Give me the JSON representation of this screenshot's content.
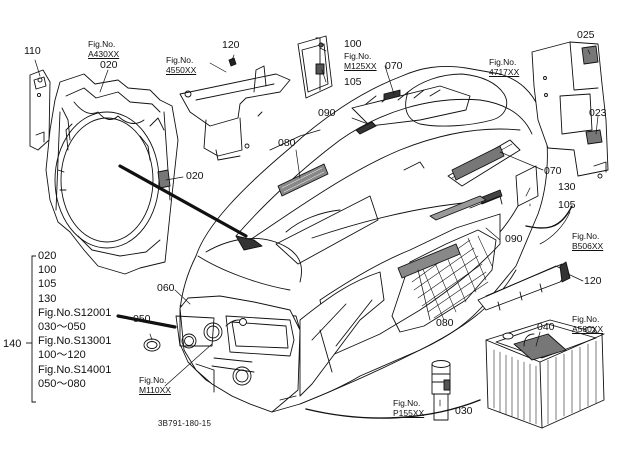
{
  "labels": {
    "p110": "110",
    "p020a": "020",
    "p120a": "120",
    "p100": "100",
    "p070a": "070",
    "p105a": "105",
    "p025": "025",
    "p090a": "090",
    "p080a": "080",
    "p020b": "020",
    "p023": "023",
    "p070b": "070",
    "p130": "130",
    "p105b": "105",
    "p090b": "090",
    "p120b": "120",
    "p060": "060",
    "p050": "050",
    "p040": "040",
    "p080b": "080",
    "p030": "030"
  },
  "figrefs": {
    "f430": {
      "prefix": "Fig.No.",
      "code": "A430XX"
    },
    "f4550": {
      "prefix": "Fig.No.",
      "code": "4550XX"
    },
    "f125": {
      "prefix": "Fig.No.",
      "code": "M125XX"
    },
    "f4717": {
      "prefix": "Fig.No.",
      "code": "4717XX"
    },
    "f506": {
      "prefix": "Fig.No.",
      "code": "B506XX"
    },
    "f580": {
      "prefix": "Fig.No.",
      "code": "A580XX"
    },
    "f110": {
      "prefix": "Fig.No.",
      "code": "M110XX"
    },
    "f155": {
      "prefix": "Fig.No.",
      "code": "P155XX"
    }
  },
  "legend": {
    "group_number": "140",
    "items": [
      "020",
      "100",
      "105",
      "130",
      "Fig.No.S12001",
      "030〜050",
      "Fig.No.S13001",
      "100〜120",
      "Fig.No.S14001",
      "050〜080"
    ]
  },
  "drawing_code": "3B791-180-15"
}
